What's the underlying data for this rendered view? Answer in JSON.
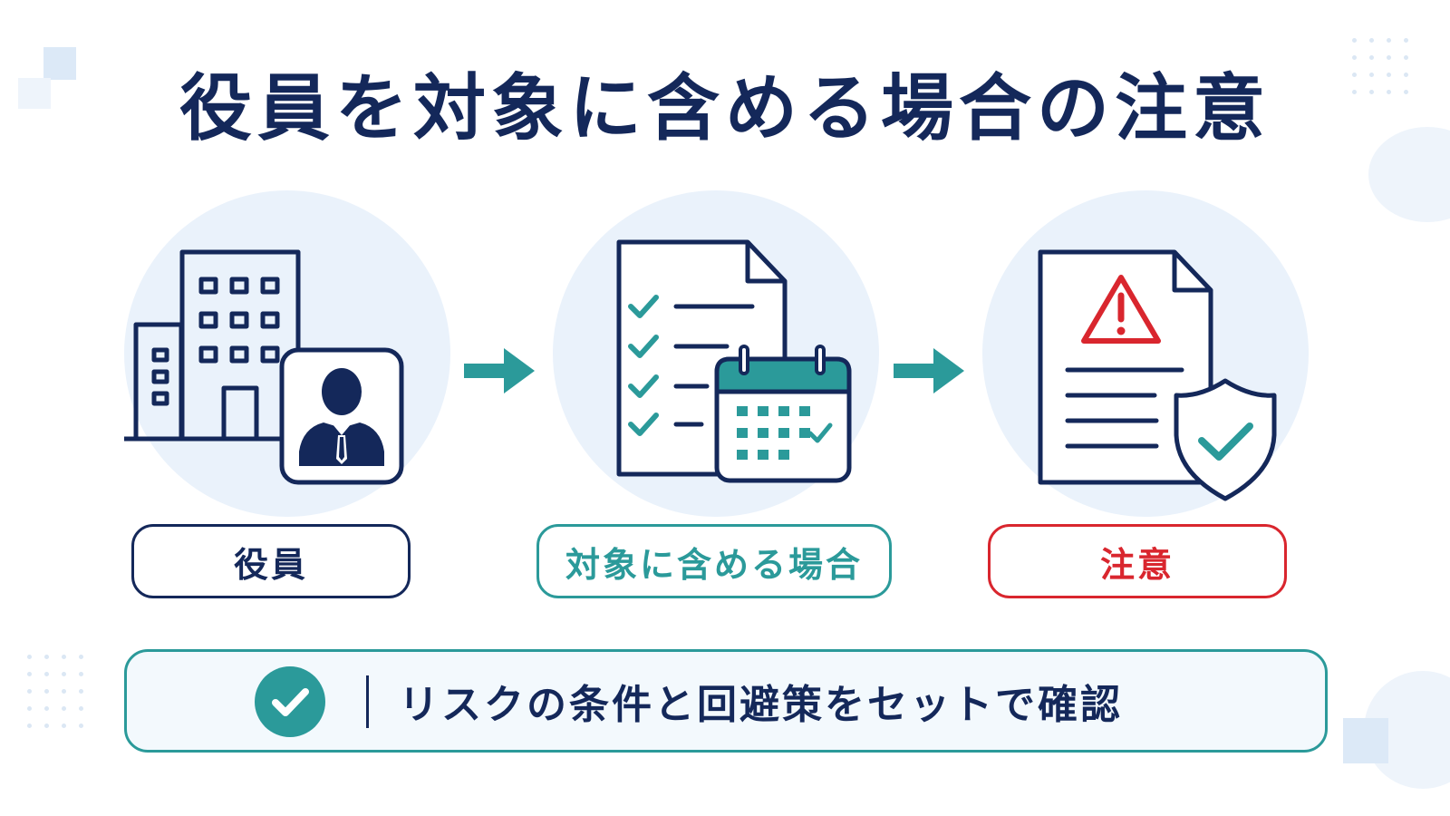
{
  "title": "役員を対象に含める場合の注意",
  "steps": [
    {
      "label": "役員",
      "icon": "building-executive-icon",
      "color": "#14285a"
    },
    {
      "label": "対象に含める場合",
      "icon": "checklist-calendar-icon",
      "color": "#2b9a9a"
    },
    {
      "label": "注意",
      "icon": "warning-document-shield-icon",
      "color": "#d9262e"
    }
  ],
  "summary": {
    "text": "リスクの条件と回避策をセットで確認",
    "icon": "check-circle-icon"
  },
  "colors": {
    "navy": "#14285a",
    "teal": "#2b9a9a",
    "red": "#d9262e",
    "circle_bg": "#eaf2fb"
  }
}
